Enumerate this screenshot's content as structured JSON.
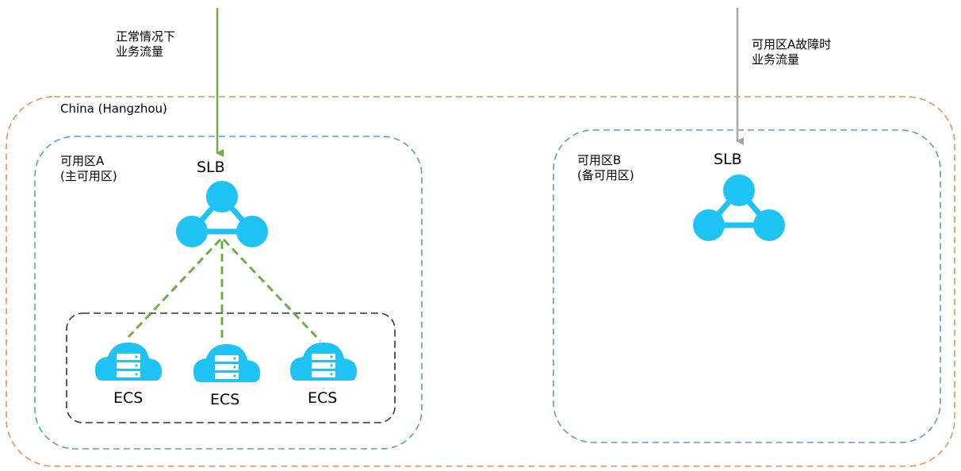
{
  "colors": {
    "region_border": "#e8914e",
    "zone_border": "#5b9bd5",
    "group_border": "#333333",
    "normal_traffic": "#70ad47",
    "failover_traffic": "#a6a6a6",
    "icon": "#1ec3f4"
  },
  "region": {
    "label": "China (Hangzhou)"
  },
  "notes": {
    "normal": "正常情况下\n业务流量",
    "failover": "可用区A故障时\n业务流量"
  },
  "zone_a": {
    "label": "可用区A\n(主可用区)",
    "slb": {
      "label": "SLB",
      "icon": "slb-icon"
    },
    "ecs": [
      {
        "label": "ECS",
        "icon": "ecs-icon"
      },
      {
        "label": "ECS",
        "icon": "ecs-icon"
      },
      {
        "label": "ECS",
        "icon": "ecs-icon"
      }
    ]
  },
  "zone_b": {
    "label": "可用区B\n(备可用区)",
    "slb": {
      "label": "SLB",
      "icon": "slb-icon"
    }
  }
}
